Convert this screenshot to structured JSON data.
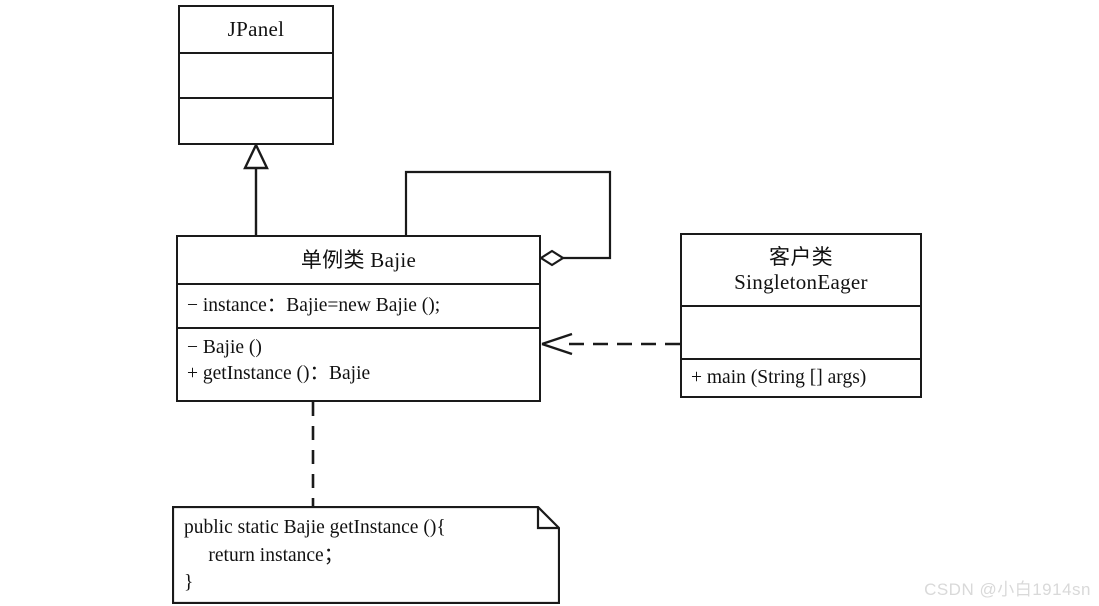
{
  "diagram": {
    "kind": "uml-class-diagram",
    "title_visible": false,
    "stroke_color": "#1a1a1a",
    "background_color": "#ffffff"
  },
  "classes": {
    "jpanel": {
      "name": "JPanel",
      "attributes": "",
      "operations": ""
    },
    "singleton": {
      "title_cn": "单例类",
      "title_en": "Bajie",
      "title_full": "单例类  Bajie",
      "attribute_1": "− instance：Bajie=new Bajie ();",
      "operation_1": "− Bajie ()",
      "operation_2": "+ getInstance ()：Bajie"
    },
    "client": {
      "title_cn": "客户类",
      "title_en": "SingletonEager",
      "attributes": "",
      "operation_1": "+ main (String [] args)"
    }
  },
  "note": {
    "code_line_1": "public static Bajie getInstance (){",
    "code_line_2": "    return instance；",
    "code_line_3": "}",
    "code_block": "public static Bajie getInstance (){\n     return instance；\n}"
  },
  "relationships": {
    "generalization": {
      "type": "generalization",
      "label": "",
      "from": "单例类 Bajie",
      "to": "JPanel",
      "arrow": "hollow-triangle"
    },
    "self_aggregation": {
      "type": "aggregation",
      "label": "",
      "from": "单例类 Bajie",
      "to": "单例类 Bajie",
      "arrow": "hollow-diamond"
    },
    "dependency": {
      "type": "dependency",
      "label": "",
      "from": "客户类 SingletonEager",
      "to": "单例类 Bajie",
      "arrow": "open-arrow-dashed"
    },
    "note_anchor": {
      "type": "note-link",
      "label": "",
      "from": "note",
      "to": "单例类 Bajie",
      "arrow": "dashed-line"
    }
  },
  "watermark": {
    "text": "CSDN @小白1914sn",
    "color": "#d9d9d9"
  }
}
